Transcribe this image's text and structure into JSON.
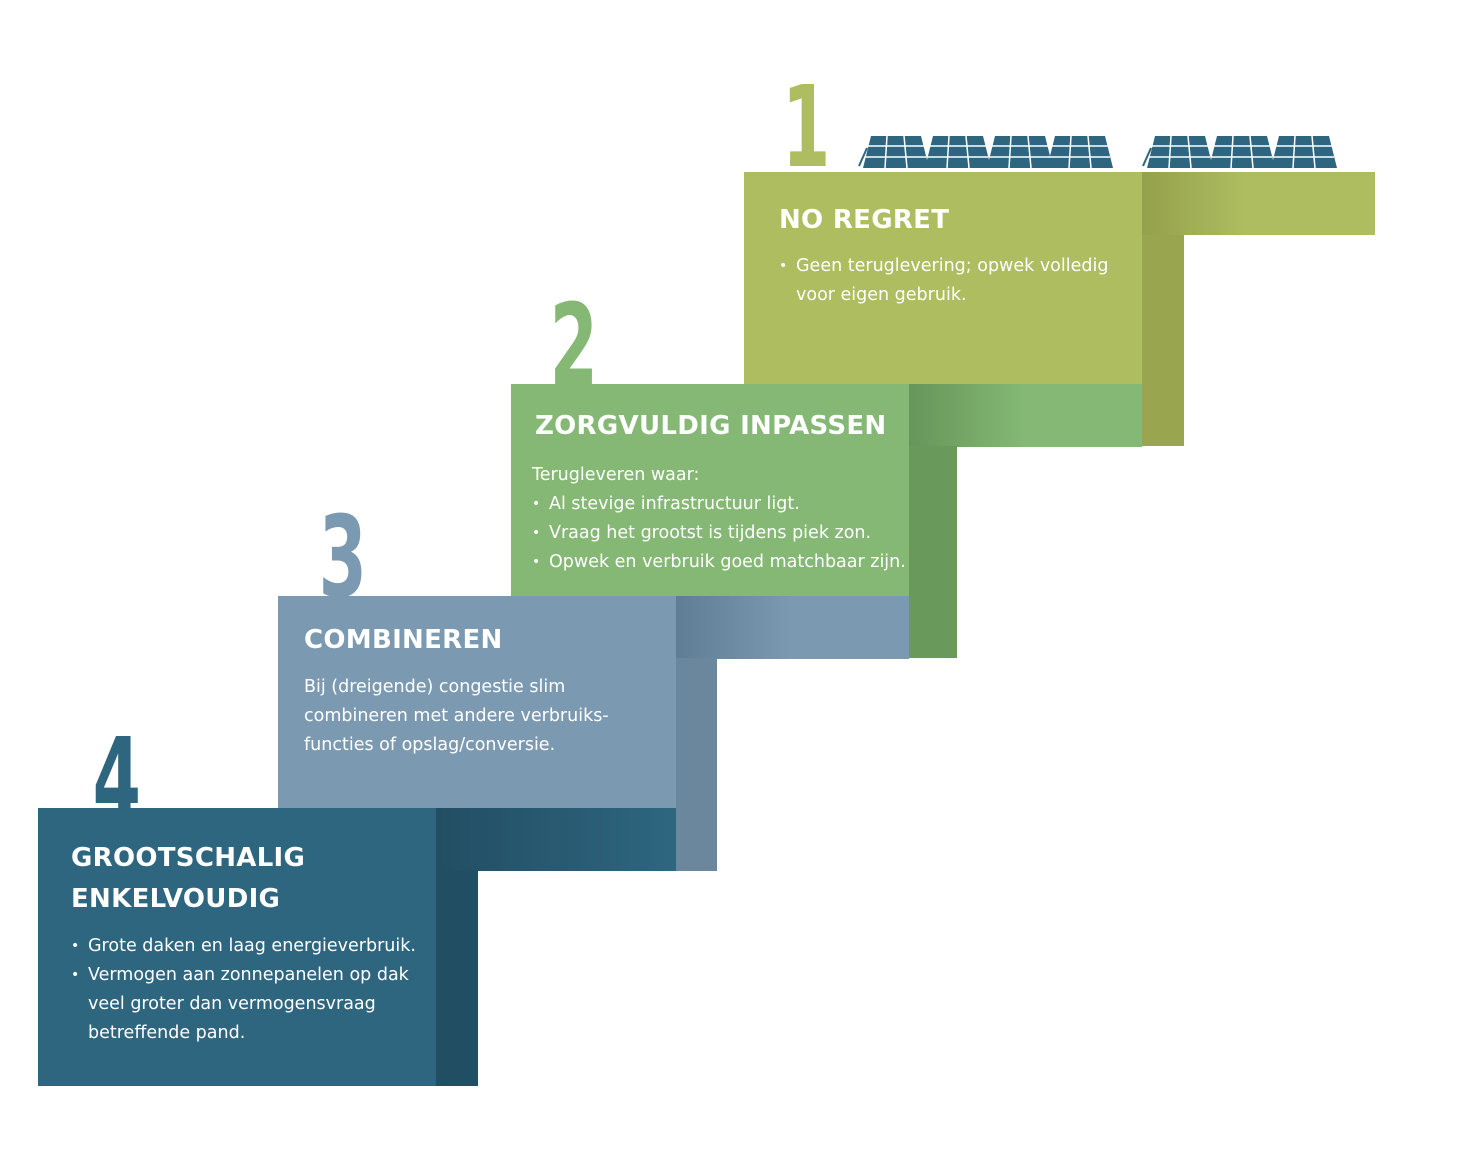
{
  "colors": {
    "step1": "#adbd5f",
    "step1_dark": "#94a04c",
    "step2": "#84b874",
    "step2_dark": "#669559",
    "step3": "#7b9ab2",
    "step3_dark": "#5f7e96",
    "step4": "#2e6680",
    "step4_dark": "#224e63",
    "panel_blue": "#2e6680"
  },
  "steps": [
    {
      "number": "1",
      "title": "NO REGRET",
      "bullets": [
        "Geen teruglevering; opwek volledig",
        "voor eigen gebruik."
      ]
    },
    {
      "number": "2",
      "title": "ZORGVULDIG INPASSEN",
      "intro": "Terugleveren waar:",
      "bullets": [
        "Al stevige infrastructuur ligt.",
        "Vraag het grootst is tijdens piek zon.",
        "Opwek en verbruik goed matchbaar zijn."
      ]
    },
    {
      "number": "3",
      "title": "COMBINEREN",
      "lines": [
        "Bij (dreigende) congestie slim",
        "combineren met andere verbruiks-",
        "functies of opslag/conversie."
      ]
    },
    {
      "number": "4",
      "title_lines": [
        "GROOTSCHALIG",
        "ENKELVOUDIG"
      ],
      "bullets": [
        "Grote daken en laag energieverbruik.",
        "Vermogen aan zonnepanelen op dak"
      ],
      "continuation": [
        "veel groter dan vermogensvraag",
        "betreffende pand."
      ]
    }
  ],
  "icons": {
    "solar_panels": "solar-panel-icon"
  }
}
